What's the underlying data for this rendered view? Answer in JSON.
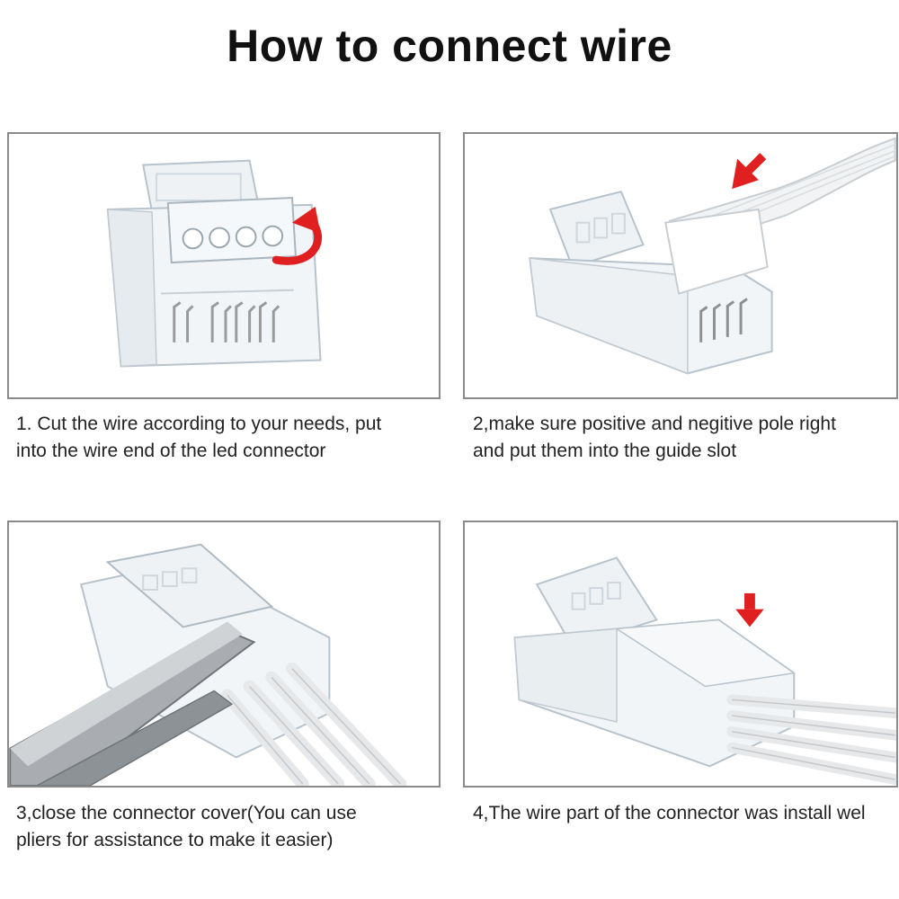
{
  "title": "How to connect wire",
  "colors": {
    "arrow": "#e02020",
    "border": "#8a8a8a",
    "plastic": "#eef2f5",
    "pins": "#9a9a9a"
  },
  "steps": [
    {
      "icon": "connector-open-cover-illustration",
      "arrow_icon": "rotate-arrow-icon",
      "caption_line1": "1. Cut the wire according to your needs, put",
      "caption_line2": "into the wire end of the led connector"
    },
    {
      "icon": "wire-insert-illustration",
      "arrow_icon": "down-left-arrow-icon",
      "caption_line1": "2,make sure positive and negitive pole right",
      "caption_line2": "and put them into the guide slot"
    },
    {
      "icon": "pliers-close-cover-illustration",
      "arrow_icon": "",
      "caption_line1": "3,close the connector cover(You can use",
      "caption_line2": "pliers for assistance to make it easier)"
    },
    {
      "icon": "wire-installed-illustration",
      "arrow_icon": "down-arrow-icon",
      "caption_line1": "4,The wire part of the connector was install wel",
      "caption_line2": ""
    }
  ]
}
